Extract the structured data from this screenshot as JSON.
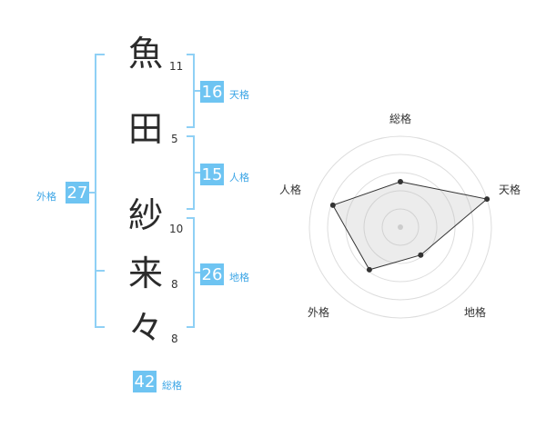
{
  "name": {
    "chars": [
      {
        "char": "魚",
        "strokes": "11"
      },
      {
        "char": "田",
        "strokes": "5"
      },
      {
        "char": "紗",
        "strokes": "10"
      },
      {
        "char": "来",
        "strokes": "8"
      },
      {
        "char": "々",
        "strokes": "8"
      }
    ]
  },
  "kakusu": {
    "tenkaku": {
      "value": "16",
      "label": "天格"
    },
    "jinkaku": {
      "value": "15",
      "label": "人格"
    },
    "chikaku": {
      "value": "26",
      "label": "地格"
    },
    "gaikaku": {
      "value": "27",
      "label": "外格"
    },
    "soukaku": {
      "value": "42",
      "label": "総格"
    }
  },
  "colors": {
    "accent": "#6ec4f2",
    "bracket": "#8fd0f5",
    "label": "#3da6e6"
  },
  "chart_data": {
    "type": "radar",
    "axes": [
      "総格",
      "天格",
      "地格",
      "外格",
      "人格"
    ],
    "values": [
      2.5,
      5,
      1.9,
      2.9,
      3.9
    ],
    "max": 5
  }
}
